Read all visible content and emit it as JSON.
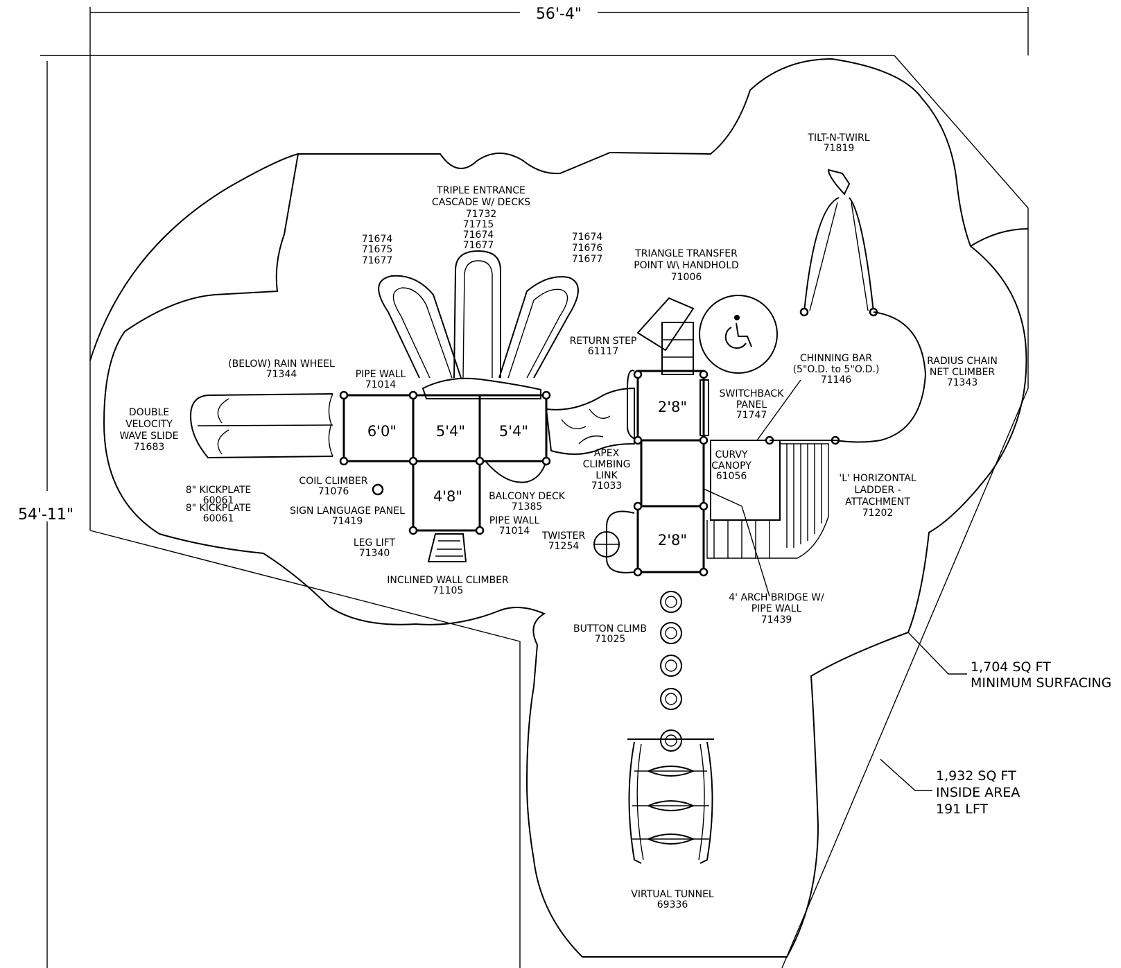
{
  "dimensions": {
    "width_label": "56'-4\"",
    "height_label": "54'-11\""
  },
  "area_notes": {
    "surfacing": [
      "1,704 SQ FT",
      "MINIMUM SURFACING"
    ],
    "inside": [
      "1,932 SQ FT",
      "INSIDE AREA",
      "191 LFT"
    ]
  },
  "decks": [
    "6'0\"",
    "5'4\"",
    "5'4\"",
    "4'8\"",
    "2'8\"",
    "2'8\""
  ],
  "components": {
    "triple_entrance": [
      "TRIPLE ENTRANCE",
      "CASCADE W/ DECKS",
      "71732"
    ],
    "cascade_mid": [
      "71715",
      "71674",
      "71677"
    ],
    "cascade_left": [
      "71674",
      "71675",
      "71677"
    ],
    "cascade_right": [
      "71674",
      "71676",
      "71677"
    ],
    "triangle_transfer": [
      "TRIANGLE TRANSFER",
      "POINT W\\ HANDHOLD",
      "71006"
    ],
    "tilt_n_twirl": [
      "TILT-N-TWIRL",
      "71819"
    ],
    "return_step": [
      "RETURN STEP",
      "61117"
    ],
    "chinning_bar": [
      "CHINNING BAR",
      "(5\"O.D. to 5\"O.D.)",
      "71146"
    ],
    "radius_chain": [
      "RADIUS CHAIN",
      "NET CLIMBER",
      "71343"
    ],
    "rain_wheel": [
      "(BELOW) RAIN WHEEL",
      "71344"
    ],
    "pipe_wall_top": [
      "PIPE WALL",
      "71014"
    ],
    "switchback": [
      "SWITCHBACK",
      "PANEL",
      "71747"
    ],
    "double_velocity": [
      "DOUBLE",
      "VELOCITY",
      "WAVE SLIDE",
      "71683"
    ],
    "apex": [
      "APEX",
      "CLIMBING",
      "LINK",
      "71033"
    ],
    "curvy_canopy": [
      "CURVY",
      "CANOPY",
      "61056"
    ],
    "l_ladder": [
      "'L' HORIZONTAL",
      "LADDER -",
      "ATTACHMENT",
      "71202"
    ],
    "coil_climber": [
      "COIL CLIMBER",
      "71076"
    ],
    "kickplate_1": [
      "8\" KICKPLATE",
      "60061"
    ],
    "kickplate_2": [
      "8\" KICKPLATE",
      "60061"
    ],
    "balcony_deck": [
      "BALCONY DECK",
      "71385"
    ],
    "sign_language": [
      "SIGN LANGUAGE PANEL",
      "71419"
    ],
    "pipe_wall_bottom": [
      "PIPE WALL",
      "71014"
    ],
    "twister": [
      "TWISTER",
      "71254"
    ],
    "leg_lift": [
      "LEG LIFT",
      "71340"
    ],
    "inclined_wall": [
      "INCLINED WALL CLIMBER",
      "71105"
    ],
    "arch_bridge": [
      "4' ARCH BRIDGE W/",
      "PIPE WALL",
      "71439"
    ],
    "button_climb": [
      "BUTTON CLIMB",
      "71025"
    ],
    "virtual_tunnel": [
      "VIRTUAL TUNNEL",
      "69336"
    ]
  },
  "icons": [
    "wheelchair-accessibility-icon"
  ]
}
